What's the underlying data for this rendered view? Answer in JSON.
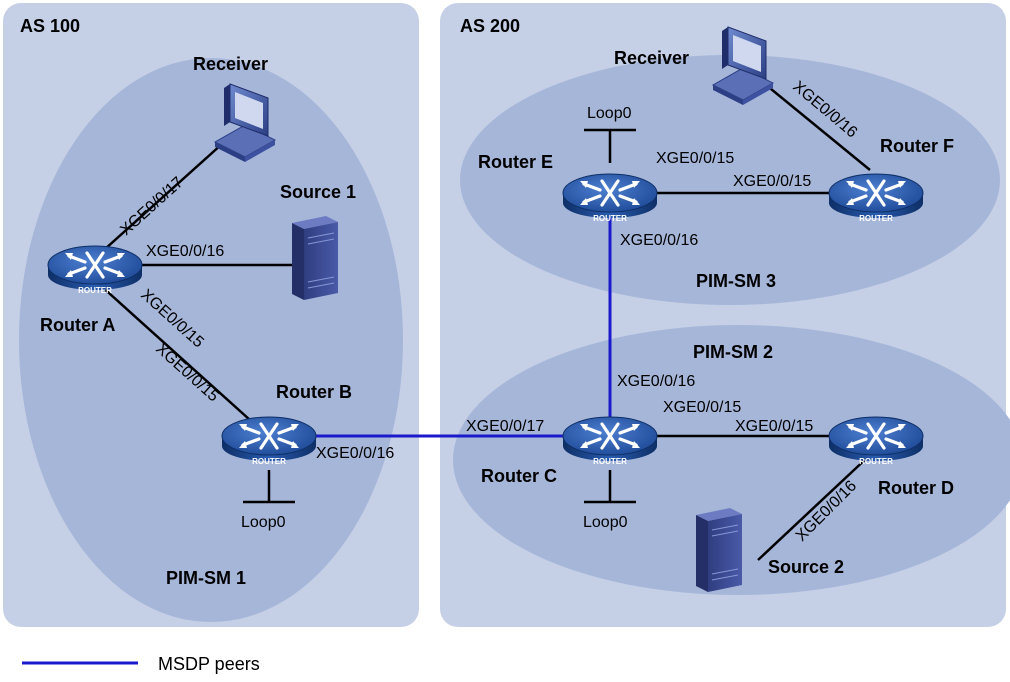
{
  "areas": {
    "as100": "AS 100",
    "as200": "AS 200",
    "pim1": "PIM-SM 1",
    "pim2": "PIM-SM 2",
    "pim3": "PIM-SM 3"
  },
  "routers": {
    "a": "Router A",
    "b": "Router B",
    "c": "Router C",
    "d": "Router D",
    "e": "Router E",
    "f": "Router F",
    "badge": "ROUTER"
  },
  "hosts": {
    "receiver_as100": "Receiver",
    "receiver_as200": "Receiver",
    "source1": "Source 1",
    "source2": "Source 2"
  },
  "interfaces": {
    "a_receiver": "XGE0/0/17",
    "a_source1": "XGE0/0/16",
    "a_to_b": "XGE0/0/15",
    "b_to_a": "XGE0/0/15",
    "b_to_c": "XGE0/0/16",
    "c_to_b": "XGE0/0/17",
    "c_to_e": "XGE0/0/16",
    "c_to_d": "XGE0/0/15",
    "d_to_c": "XGE0/0/15",
    "d_source2": "XGE0/0/16",
    "e_to_f": "XGE0/0/15",
    "f_to_e": "XGE0/0/15",
    "e_to_c": "XGE0/0/16",
    "f_receiver": "XGE0/0/16"
  },
  "loopbacks": {
    "b": "Loop0",
    "c": "Loop0",
    "e": "Loop0"
  },
  "legend": {
    "msdp_label": "MSDP peers"
  },
  "colors": {
    "as_box": "#c5cfe6",
    "pim_ellipse": "#a6b6d9",
    "msdp_line": "#1a1acc",
    "link_line": "#000000",
    "router_body": "#1c4fa0"
  },
  "icons": {
    "router": "router-icon",
    "pc": "pc-icon",
    "server": "server-icon"
  }
}
